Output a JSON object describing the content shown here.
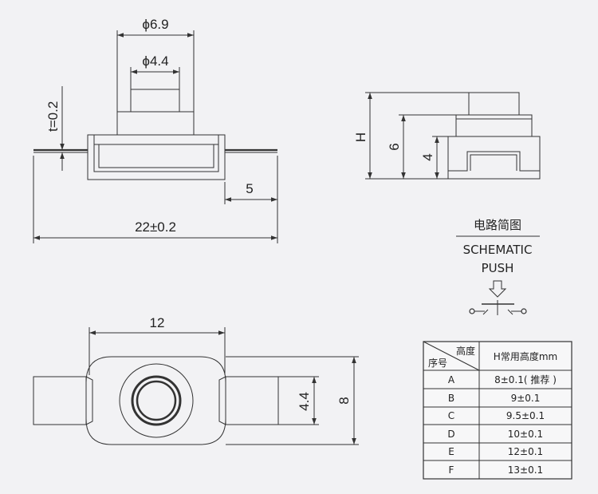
{
  "front_view": {
    "dim_outer_diameter": "ϕ6.9",
    "dim_inner_diameter": "ϕ4.4",
    "dim_thickness": "t=0.2",
    "dim_terminal": "5",
    "dim_total_length": "22±0.2"
  },
  "side_view": {
    "dim_h": "H",
    "dim_6": "6",
    "dim_4": "4"
  },
  "schematic": {
    "title_cn": "电路简图",
    "title_en": "SCHEMATIC",
    "push": "PUSH"
  },
  "top_view": {
    "dim_width": "12",
    "dim_ring": "4.4",
    "dim_height": "8"
  },
  "height_table": {
    "corner_top": "高度",
    "corner_bottom": "序号",
    "header": "H常用高度mm",
    "rows": [
      {
        "id": "A",
        "value": "8±0.1( 推荐 )"
      },
      {
        "id": "B",
        "value": "9±0.1"
      },
      {
        "id": "C",
        "value": "9.5±0.1"
      },
      {
        "id": "D",
        "value": "10±0.1"
      },
      {
        "id": "E",
        "value": "12±0.1"
      },
      {
        "id": "F",
        "value": "13±0.1"
      }
    ]
  }
}
